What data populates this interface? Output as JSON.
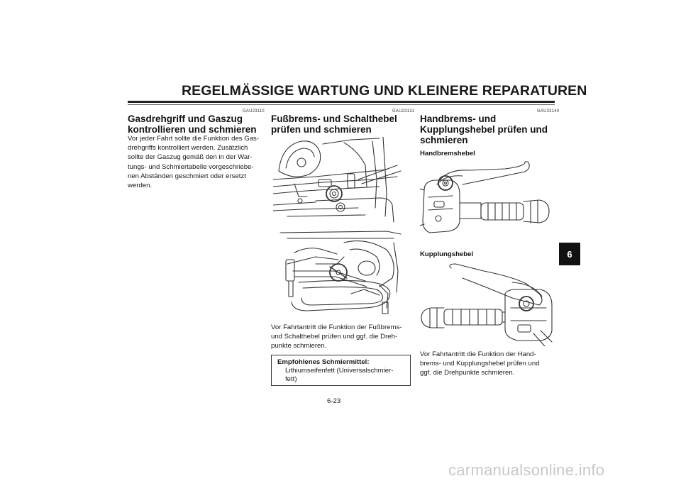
{
  "header": {
    "title": "REGELMÄSSIGE WARTUNG UND KLEINERE REPARATUREN"
  },
  "columns": [
    {
      "code": "GAU23110",
      "heading": [
        "Gasdrehgriff und Gaszug",
        "kontrollieren und schmieren"
      ],
      "body": [
        "Vor jeder Fahrt sollte die Funktion des Gas-",
        "drehgriffs kontrolliert werden. Zusätzlich",
        "sollte der Gaszug gemäß den in der War-",
        "tungs- und Schmiertabelle vorgeschriebe-",
        "nen Abständen geschmiert oder ersetzt",
        "werden."
      ]
    },
    {
      "code": "GAU23131",
      "heading": [
        "Fußbrems- und Schalthebel",
        "prüfen und schmieren"
      ],
      "body": [
        "Vor Fahrtantritt die Funktion der Fußbrems-",
        "und Schalthebel prüfen und ggf. die Dreh-",
        "punkte schmieren."
      ],
      "lubricant": {
        "label": "Empfohlenes Schmiermittel:",
        "value": [
          "Lithiumseifenfett (Universalschmier-",
          "fett)"
        ]
      }
    },
    {
      "code": "GAU23140",
      "heading": [
        "Handbrems- und",
        "Kupplungshebel prüfen und",
        "schmieren"
      ],
      "sub1": "Handbremshebel",
      "sub2": "Kupplungshebel",
      "body": [
        "Vor Fahrtantritt die Funktion der Hand-",
        "brems- und Kupplungshebel prüfen und",
        "ggf. die Drehpunkte schmieren."
      ]
    }
  ],
  "footer": {
    "page_number": "6-23",
    "chapter": "6"
  },
  "watermark": "carmanualsonline.info"
}
